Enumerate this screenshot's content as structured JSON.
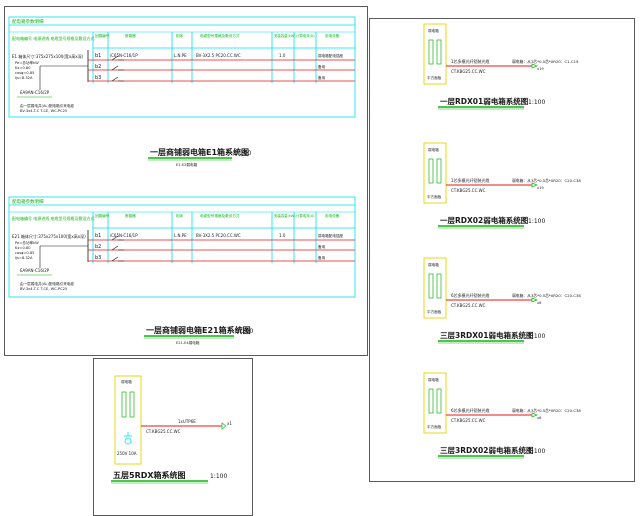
{
  "colors": {
    "cyan": "#00e0ee",
    "red": "#e01818",
    "green": "#13b413",
    "yellow": "#e6d600",
    "text": "#1a1a1a",
    "frame": "#5a5a5a"
  },
  "panel_e1": {
    "header": "配电箱参数明细",
    "left_title": "配电箱编号 电源进线 电缆型号规格及敷设方式",
    "spec_main": "E1  箱体尺寸:375x275x100(宽x高x深)",
    "spec_lines": [
      "Pe=总功率kW",
      "Kx=0.80",
      "cosφ=0.85",
      "Ijs=8.32A"
    ],
    "main_breaker": "EA9AN-C16/2P",
    "incoming_cable": "由一层弱电井(AL)配电箱引来电缆",
    "incoming_cable_type": "BV-3x4-T-C T-CE, WC-PC25",
    "columns": [
      "回路编号",
      "断路器",
      "相序",
      "电缆型号规格及敷设方式",
      "安装容量(kW)",
      "计算电流(A)",
      "用电设备"
    ],
    "circuits": [
      {
        "id": "b1",
        "breaker": "iC65N-C16/1P",
        "phase": "L.N.PE",
        "cable": "BV-3X2.5  PC20.CC.WC",
        "load": "1.0",
        "use": "弱电箱配电插座"
      },
      {
        "id": "b2",
        "breaker": "",
        "phase": "",
        "cable": "",
        "load": "",
        "use": "备用"
      },
      {
        "id": "b3",
        "breaker": "",
        "phase": "",
        "cable": "",
        "load": "",
        "use": "备用"
      }
    ],
    "caption": "一层商铺弱电箱E1箱系统图",
    "scale": "1:100",
    "sub": "E1-E2弱电箱"
  },
  "panel_e21": {
    "header": "配电箱参数明细",
    "left_title": "配电箱编号 电源进线 电缆型号规格及敷设方式",
    "spec_main": "E21  箱体尺寸:375x275x100(宽x高x深)",
    "spec_lines": [
      "Pe=总功率kW",
      "Kx=0.80",
      "cosφ=0.85",
      "Ijs=8.32A"
    ],
    "main_breaker": "EA9AN-C16/2P",
    "incoming_cable": "由一层弱电井(AL)配电箱引来电缆",
    "incoming_cable_type": "BV-3x4-T-C T-CE, WC-PC25",
    "columns": [
      "回路编号",
      "断路器",
      "相序",
      "电缆型号规格及敷设方式",
      "安装容量(kW)",
      "计算电流(A)",
      "用电设备"
    ],
    "circuits": [
      {
        "id": "b1",
        "breaker": "iC65N-C16/1P",
        "phase": "L.N.PE",
        "cable": "BV-3X2.5  PC20.CC.WC",
        "load": "1.0",
        "use": "弱电箱配电插座"
      },
      {
        "id": "b2",
        "breaker": "",
        "phase": "",
        "cable": "",
        "load": "",
        "use": "备用"
      },
      {
        "id": "b3",
        "breaker": "",
        "phase": "",
        "cable": "",
        "load": "",
        "use": "备用"
      }
    ],
    "caption": "一层商铺弱电箱E21箱系统图",
    "scale": "1:100",
    "sub": "E21-E4弱电箱"
  },
  "panel_5f": {
    "box_label": "弱电箱",
    "cable_type": "1xUTP6E",
    "conduit": "CT.KBG25.CC.WC",
    "terminal": "x1",
    "socket": "250V 10A",
    "caption": "五层5RDX箱系统图",
    "scale": "1:100"
  },
  "right_systems": [
    {
      "box_top": "弱电箱",
      "box_bottom": "平方面板",
      "line_top": "1芯多模光纤铠装光缆",
      "conduit": "CT.KBG25.CC.WC",
      "right_label": "弱电箱：从3芯*0.5芯*0R20：C1-C19",
      "terminal": "x19",
      "caption": "一层RDX01弱电箱系统图",
      "scale": "1:100"
    },
    {
      "box_top": "弱电箱",
      "box_bottom": "平方面板",
      "line_top": "1芯多模光纤铠装光缆",
      "conduit": "CT.KBG25.CC.WC",
      "right_label": "弱电箱：从3芯*0.5芯*0R20：C20-C38",
      "terminal": "x19",
      "caption": "一层RDX02弱电箱系统图",
      "scale": "1:100"
    },
    {
      "box_top": "弱电箱",
      "box_bottom": "平方面板",
      "line_top": "6芯多模光纤铠装光缆",
      "conduit": "CT.KBG25.CC.WC",
      "right_label": "弱电箱：从3芯*0.5芯*0R20：C20-C38",
      "terminal": "x6",
      "caption": "三层3RDX01弱电箱系统图",
      "scale": "1:100"
    },
    {
      "box_top": "弱电箱",
      "box_bottom": "平方面板",
      "line_top": "6芯多模光纤铠装光缆",
      "conduit": "CT.KBG25.CC.WC",
      "right_label": "弱电箱：从3芯*0.5芯*0R20：C20-C38",
      "terminal": "x6",
      "caption": "三层3RDX02弱电箱系统图",
      "scale": "1:100"
    }
  ]
}
